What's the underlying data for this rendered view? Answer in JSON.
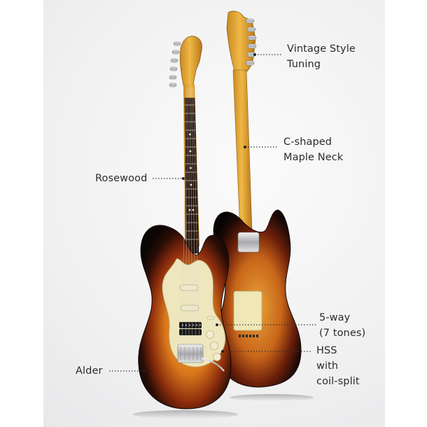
{
  "labels": {
    "tuning": "Vintage Style\nTuning",
    "neck": "C-shaped\nMaple Neck",
    "fretboard": "Rosewood",
    "switch": "5-way\n(7 tones)",
    "pickups": "HSS\nwith\ncoil-split",
    "body": "Alder"
  }
}
